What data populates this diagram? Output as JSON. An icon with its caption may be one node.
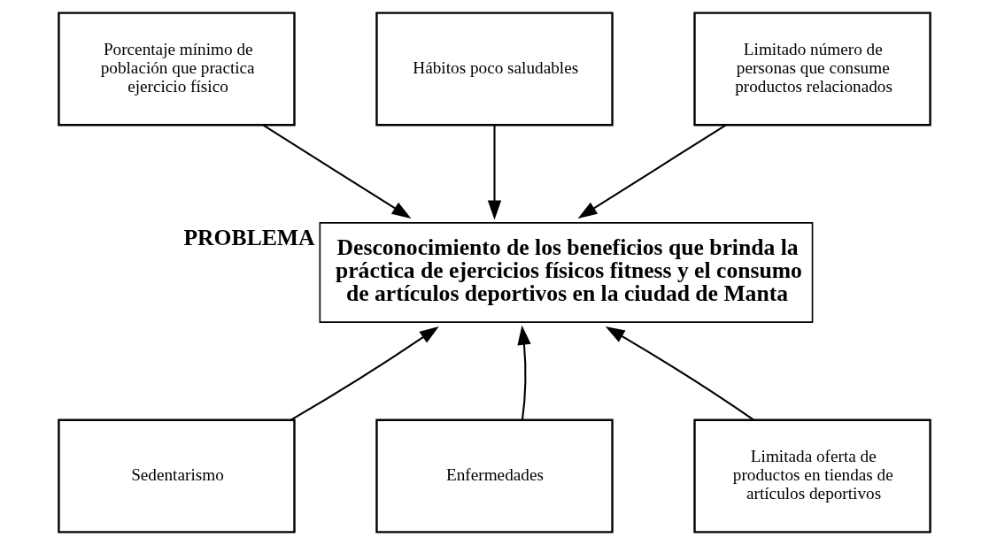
{
  "diagram": {
    "nodes": [
      {
        "text": [
          "Porcentaje mínimo de población que practica ejercicio físico"
        ]
      },
      {
        "text": [
          "Hábitos poco saludables"
        ]
      },
      {
        "text": [
          "Limitado número de personas que consume productos relacionados"
        ]
      },
      {
        "text": [
          "PROBLEMA",
          "Desconocimiento de los beneficios que brinda la práctica de ejercicios físicos fitness y el consumo de artículos deportivos en la ciudad de Manta"
        ]
      },
      {
        "text": [
          "Sedentarismo"
        ]
      },
      {
        "text": [
          "Enfermedades"
        ]
      },
      {
        "text": [
          "Limitada oferta de productos en tiendas de artículos deportivos"
        ]
      }
    ],
    "edges": [
      {
        "from": 0,
        "to": 3,
        "arrow": "to"
      },
      {
        "from": 1,
        "to": 3,
        "arrow": "to"
      },
      {
        "from": 2,
        "to": 3,
        "arrow": "to"
      },
      {
        "from": 4,
        "to": 3,
        "arrow": "to"
      },
      {
        "from": 5,
        "to": 3,
        "arrow": "to"
      },
      {
        "from": 6,
        "to": 3,
        "arrow": "to"
      }
    ]
  }
}
